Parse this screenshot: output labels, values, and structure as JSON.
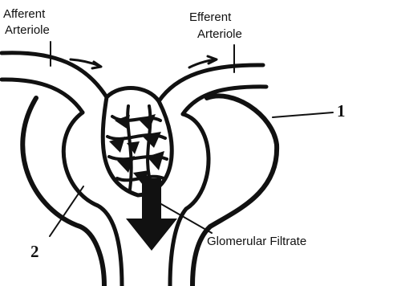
{
  "labels": {
    "afferent_line1": "Afferent",
    "afferent_line2": "Arteriole",
    "efferent_line1": "Efferent",
    "efferent_line2": "Arteriole",
    "filtrate": "Glomerular Filtrate",
    "marker_1": "1",
    "marker_2": "2"
  },
  "colors": {
    "ink": "#111111",
    "background": "#ffffff"
  }
}
